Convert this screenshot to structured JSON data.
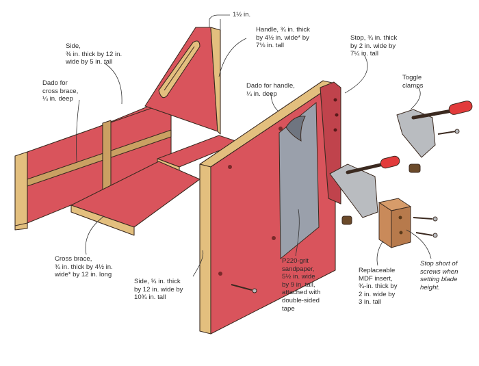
{
  "labels": {
    "dim_top": "1½ in.",
    "handle": "Handle, ¾ in. thick\nby 4½ in. wide* by\n7⅛ in. tall",
    "stop": "Stop, ¾ in. thick\nby 2 in. wide by\n7¼ in. tall",
    "side_back": "Side,\n⅜ in. thick by 12 in.\nwide by 5 in. tall",
    "dado_cross": "Dado for\ncross brace,\n¼ in. deep",
    "dado_handle": "Dado for handle,\n¼ in. deep",
    "toggle": "Toggle\nclamps",
    "cross_brace": "Cross brace,\n¾ in. thick by 4½ in.\nwide* by 12 in. long",
    "side_front": "Side, ¾ in. thick\nby 12 in. wide by\n10¾ in. tall",
    "sandpaper": "P220-grit\nsandpaper,\n5½ in. wide\nby 9 in. tall,\nattached with\ndouble-sided\ntape",
    "mdf_insert": "Replaceable\nMDF insert,\n¾-in. thick by\n2 in. wide by\n3 in. tall",
    "stop_short": "Stop short of\nscrews when\nsetting blade\nheight."
  },
  "colors": {
    "panel_red": "#d9545c",
    "edge_wood": "#e3bf7e",
    "sandpaper_gray": "#9aa0ab",
    "clamp_handle_red": "#e23b3b",
    "mdf_brown": "#c98a5a",
    "clamp_metal": "#b9bcc0"
  }
}
